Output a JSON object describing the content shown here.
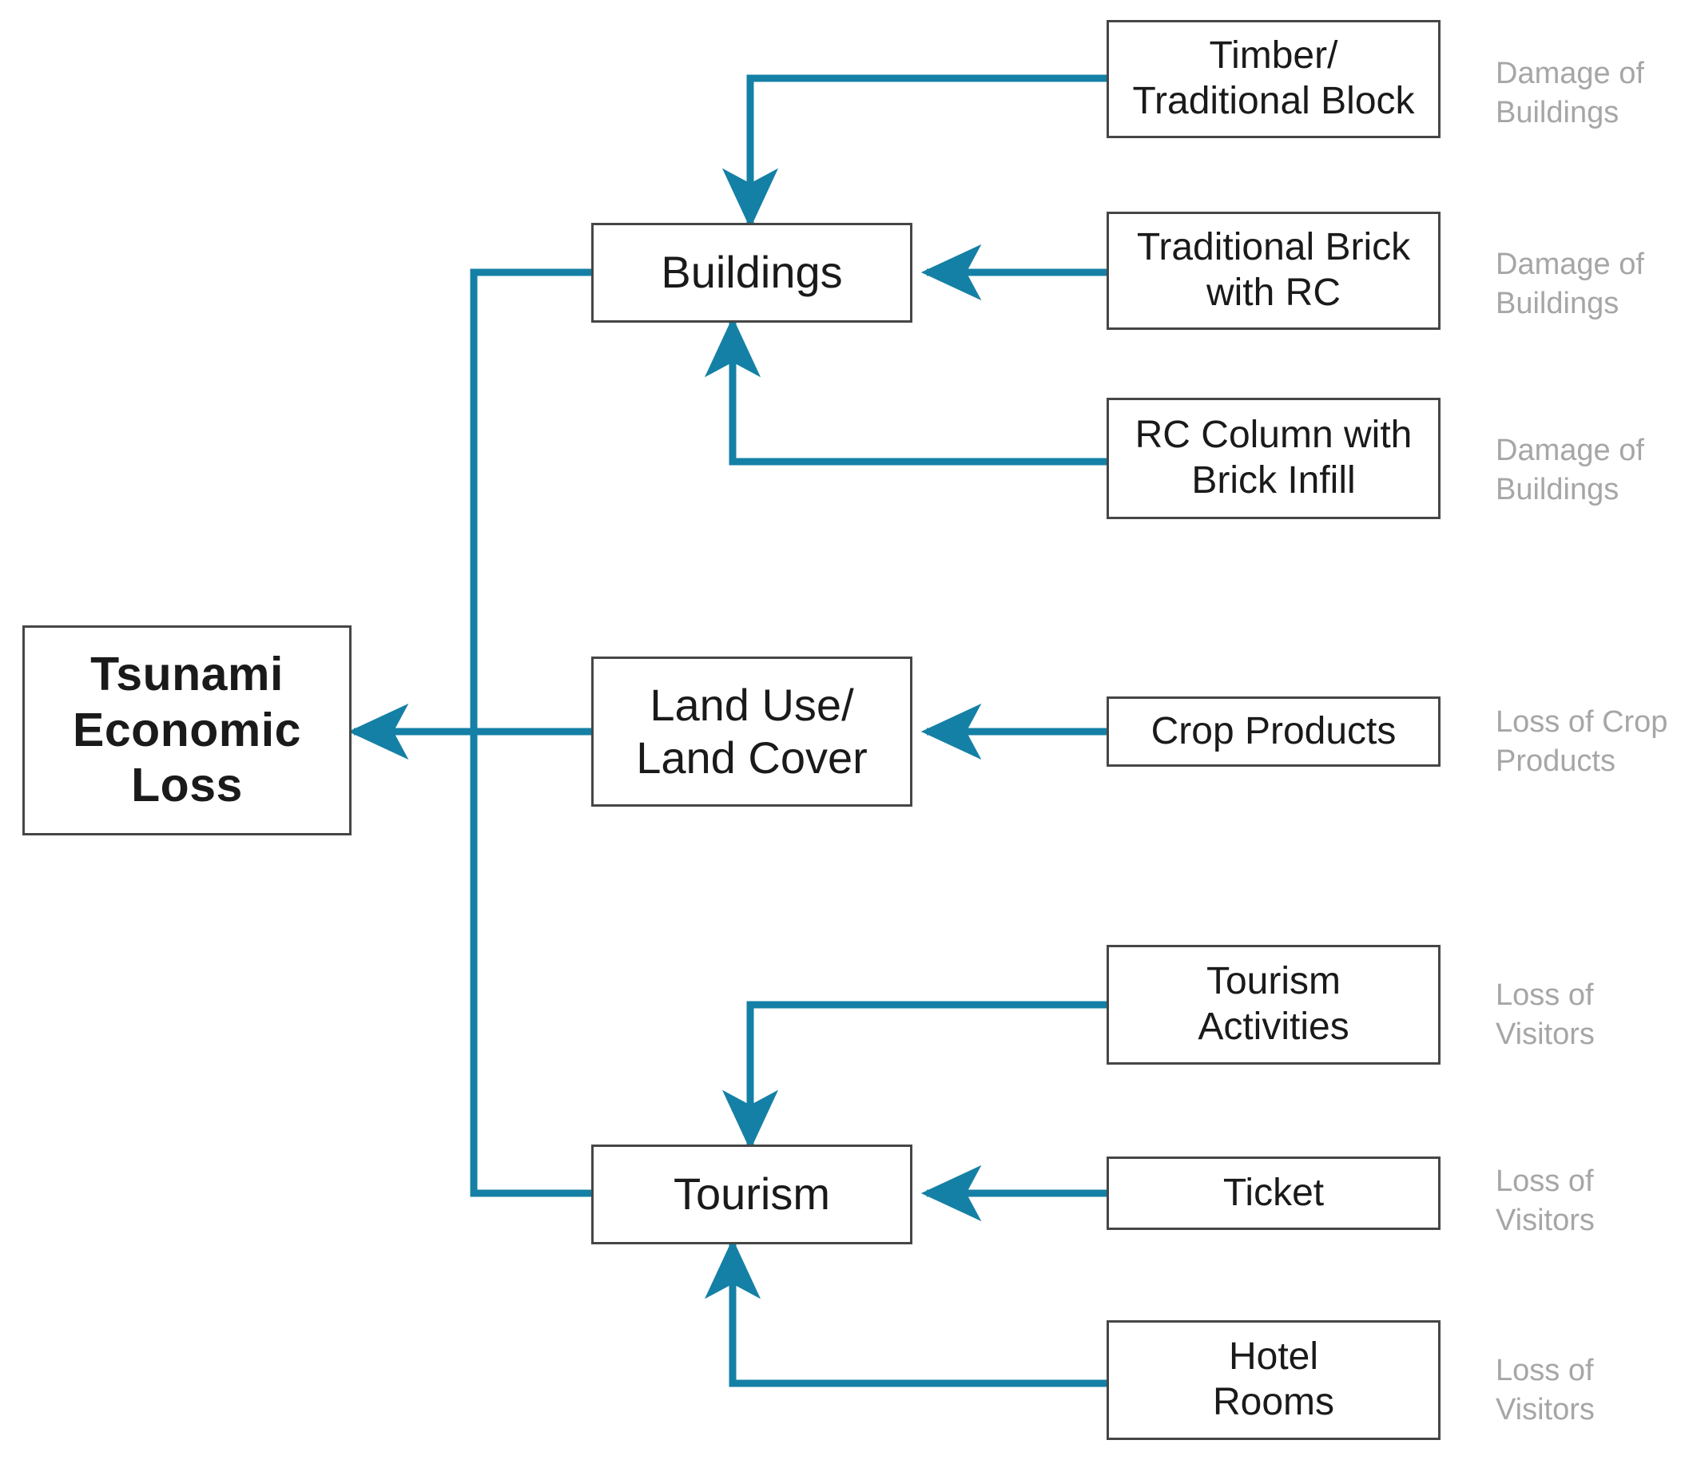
{
  "diagram": {
    "title": "Tsunami Economic Loss breakdown flowchart",
    "colors": {
      "connector": "#1580a5",
      "box_border": "#464646",
      "box_fill": "#ffffff",
      "text": "#1a1a1a",
      "annotation_text": "#a6a6a6"
    },
    "root": {
      "label": "Tsunami\nEconomic\nLoss"
    },
    "categories": [
      {
        "id": "buildings",
        "label": "Buildings"
      },
      {
        "id": "land-use",
        "label": "Land Use/\nLand Cover"
      },
      {
        "id": "tourism",
        "label": "Tourism"
      }
    ],
    "leaves": [
      {
        "id": "timber-traditional-block",
        "label": "Timber/\nTraditional Block",
        "parent": "buildings",
        "annotation": "Damage of\nBuildings"
      },
      {
        "id": "traditional-brick-with-rc",
        "label": "Traditional Brick\nwith RC",
        "parent": "buildings",
        "annotation": "Damage of\nBuildings"
      },
      {
        "id": "rc-column-with-brick-infill",
        "label": "RC Column with\nBrick Infill",
        "parent": "buildings",
        "annotation": "Damage of\nBuildings"
      },
      {
        "id": "crop-products",
        "label": "Crop Products",
        "parent": "land-use",
        "annotation": "Loss of Crop\nProducts"
      },
      {
        "id": "tourism-activities",
        "label": "Tourism\nActivities",
        "parent": "tourism",
        "annotation": "Loss of\nVisitors"
      },
      {
        "id": "ticket",
        "label": "Ticket",
        "parent": "tourism",
        "annotation": "Loss of\nVisitors"
      },
      {
        "id": "hotel-rooms",
        "label": "Hotel\nRooms",
        "parent": "tourism",
        "annotation": "Loss of\nVisitors"
      }
    ]
  }
}
